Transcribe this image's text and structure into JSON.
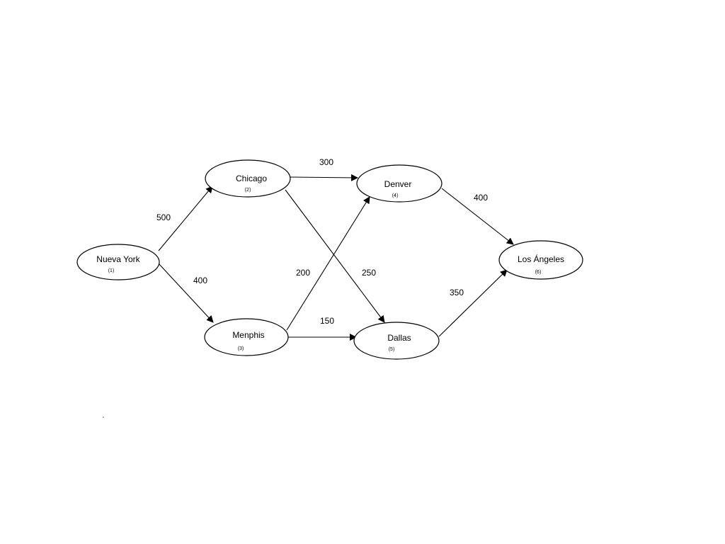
{
  "nodes": [
    {
      "id": "ny",
      "name": "Nueva York",
      "num": "(1)"
    },
    {
      "id": "chi",
      "name": "Chicago",
      "num": "(2)"
    },
    {
      "id": "men",
      "name": "Menphis",
      "num": "(3)"
    },
    {
      "id": "den",
      "name": "Denver",
      "num": "(4)"
    },
    {
      "id": "dal",
      "name": "Dallas",
      "num": "(5)"
    },
    {
      "id": "la",
      "name": "Los Ángeles",
      "num": "(6)"
    }
  ],
  "edges": [
    {
      "from": "ny",
      "to": "chi",
      "weight": "500"
    },
    {
      "from": "ny",
      "to": "men",
      "weight": "400"
    },
    {
      "from": "chi",
      "to": "den",
      "weight": "300"
    },
    {
      "from": "chi",
      "to": "dal",
      "weight": "250"
    },
    {
      "from": "men",
      "to": "den",
      "weight": "200"
    },
    {
      "from": "men",
      "to": "dal",
      "weight": "150"
    },
    {
      "from": "den",
      "to": "la",
      "weight": "400"
    },
    {
      "from": "dal",
      "to": "la",
      "weight": "350"
    }
  ],
  "colors": {
    "line": "#000000",
    "background": "#ffffff"
  }
}
